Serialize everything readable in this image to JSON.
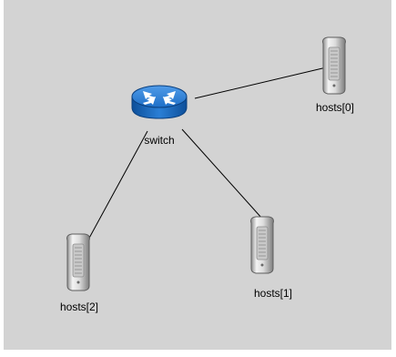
{
  "network": {
    "background_color": "#d3d3d3",
    "link_color": "#000000",
    "switch": {
      "label": "switch",
      "icon": "router-switch-icon",
      "color": "#1565c0"
    },
    "hosts": [
      {
        "label": "hosts[0]",
        "icon": "server-icon"
      },
      {
        "label": "hosts[1]",
        "icon": "server-icon"
      },
      {
        "label": "hosts[2]",
        "icon": "server-icon"
      }
    ],
    "links": [
      {
        "from": "switch",
        "to": "hosts[0]"
      },
      {
        "from": "switch",
        "to": "hosts[1]"
      },
      {
        "from": "switch",
        "to": "hosts[2]"
      }
    ]
  }
}
